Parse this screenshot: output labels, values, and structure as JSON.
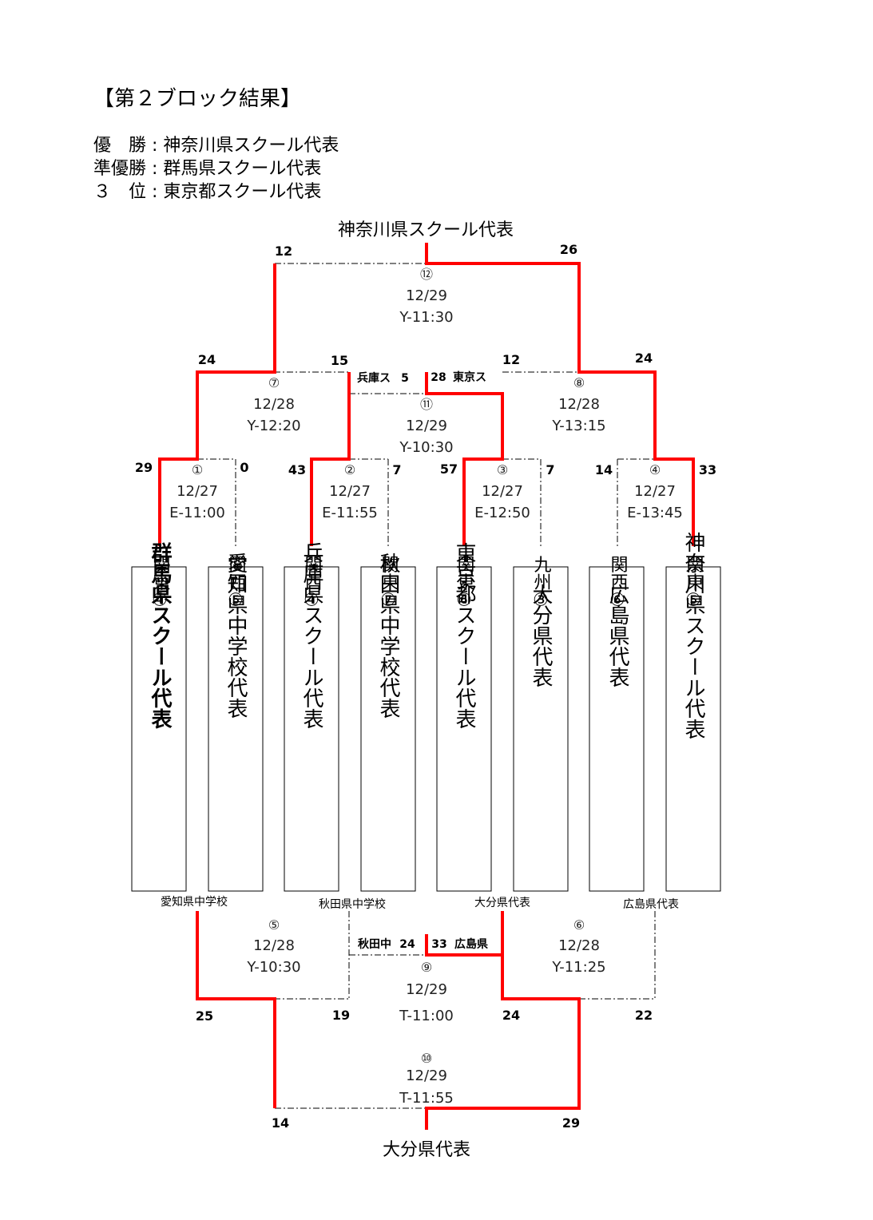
{
  "header": {
    "title": "【第２ブロック結果】",
    "results": [
      {
        "rank": "優　勝",
        "team": "神奈川県スクール代表"
      },
      {
        "rank": "準優勝",
        "team": "群馬県スクール代表"
      },
      {
        "rank": "３　位",
        "team": "東京都スクール代表"
      }
    ]
  },
  "winner_top": "神奈川県スクール代表",
  "winner_bottom": "大分県代表",
  "teams": [
    {
      "region": "関東④",
      "name": "群馬県スクール代表"
    },
    {
      "region": "関西⑤",
      "name": "愛知県中学校代表"
    },
    {
      "region": "関西④",
      "name": "兵庫県スクール代表"
    },
    {
      "region": "関東⑦",
      "name": "秋田県中学校代表"
    },
    {
      "region": "関東⑥",
      "name": "東京都スクール代表"
    },
    {
      "region": "九州③",
      "name": "大分県代表"
    },
    {
      "region": "関西⑥",
      "name": "広島県代表"
    },
    {
      "region": "関東⑤",
      "name": "神奈川県スクール代表"
    }
  ],
  "losers_labels": [
    "愛知県中学校",
    "秋田県中学校",
    "大分県代表",
    "広島県代表"
  ],
  "games": [
    {
      "no": "①",
      "date": "12/27",
      "time": "E-11:00",
      "left": "29",
      "right": "0"
    },
    {
      "no": "②",
      "date": "12/27",
      "time": "E-11:55",
      "left": "43",
      "right": "7"
    },
    {
      "no": "③",
      "date": "12/27",
      "time": "E-12:50",
      "left": "57",
      "right": "7"
    },
    {
      "no": "④",
      "date": "12/27",
      "time": "E-13:45",
      "left": "14",
      "right": "33"
    },
    {
      "no": "⑦",
      "date": "12/28",
      "time": "Y-12:20",
      "left": "24",
      "right": "15"
    },
    {
      "no": "⑧",
      "date": "12/28",
      "time": "Y-13:15",
      "left": "12",
      "right": "24"
    },
    {
      "no": "⑪",
      "date": "12/29",
      "time": "Y-10:30",
      "left_label": "兵庫ス",
      "left": "5",
      "right": "28",
      "right_label": "東京ス"
    },
    {
      "no": "⑫",
      "date": "12/29",
      "time": "Y-11:30",
      "left": "12",
      "right": "26"
    },
    {
      "no": "⑤",
      "date": "12/28",
      "time": "Y-10:30",
      "left": "25",
      "right": "19"
    },
    {
      "no": "⑥",
      "date": "12/28",
      "time": "Y-11:25",
      "left": "24",
      "right": "22"
    },
    {
      "no": "⑨",
      "date": "12/29",
      "time": "T-11:00",
      "left_label": "秋田中",
      "left": "24",
      "right": "33",
      "right_label": "広島県"
    },
    {
      "no": "⑩",
      "date": "12/29",
      "time": "T-11:55",
      "left": "14",
      "right": "29"
    }
  ],
  "colors": {
    "win_line": "#ff0000",
    "lose_line": "#000000"
  }
}
